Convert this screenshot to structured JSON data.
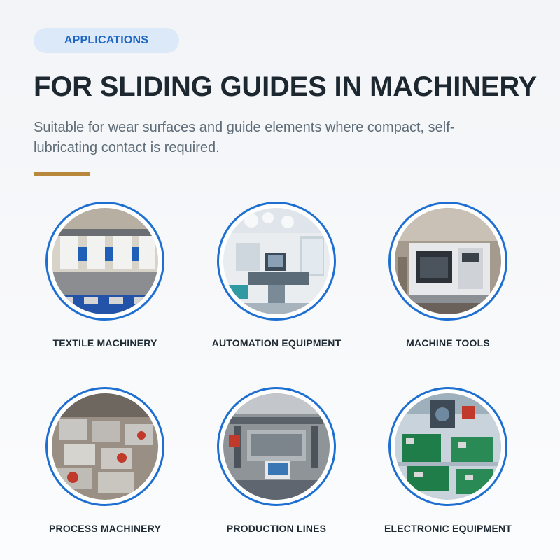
{
  "header": {
    "badge_label": "APPLICATIONS",
    "title": "FOR SLIDING GUIDES IN MACHINERY",
    "subtitle": "Suitable for wear surfaces and guide elements where compact, self-lubricating contact is required."
  },
  "colors": {
    "badge_bg": "#dce9f8",
    "badge_text": "#1f66c3",
    "title": "#1c2730",
    "subtitle": "#5e6c78",
    "accent": "#b8893c",
    "ring": "#1d6fd2"
  },
  "applications": [
    {
      "label": "TEXTILE MACHINERY",
      "icon": "textile-machinery-image"
    },
    {
      "label": "AUTOMATION EQUIPMENT",
      "icon": "automation-equipment-image"
    },
    {
      "label": "MACHINE TOOLS",
      "icon": "machine-tools-image"
    },
    {
      "label": "PROCESS MACHINERY",
      "icon": "process-machinery-image"
    },
    {
      "label": "PRODUCTION LINES",
      "icon": "production-lines-image"
    },
    {
      "label": "ELECTRONIC EQUIPMENT",
      "icon": "electronic-equipment-image"
    }
  ]
}
